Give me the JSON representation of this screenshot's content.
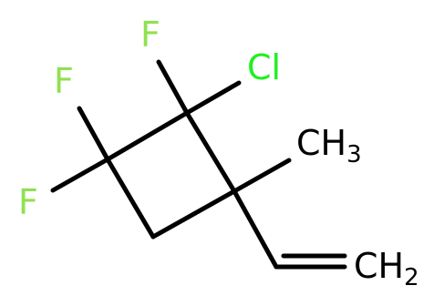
{
  "molecule": {
    "atoms": {
      "f_top": {
        "text": "F",
        "color": "#90e050"
      },
      "cl": {
        "text": "Cl",
        "color": "#1ff01f"
      },
      "f_left_upper": {
        "text": "F",
        "color": "#90e050"
      },
      "f_left_lower": {
        "text": "F",
        "color": "#90e050"
      },
      "methyl": {
        "text": "CH",
        "sub": "3",
        "color": "#000000"
      },
      "vinyl_end": {
        "text": "CH",
        "sub": "2",
        "color": "#000000"
      }
    },
    "bond_color": "#000000",
    "background": "#ffffff"
  }
}
